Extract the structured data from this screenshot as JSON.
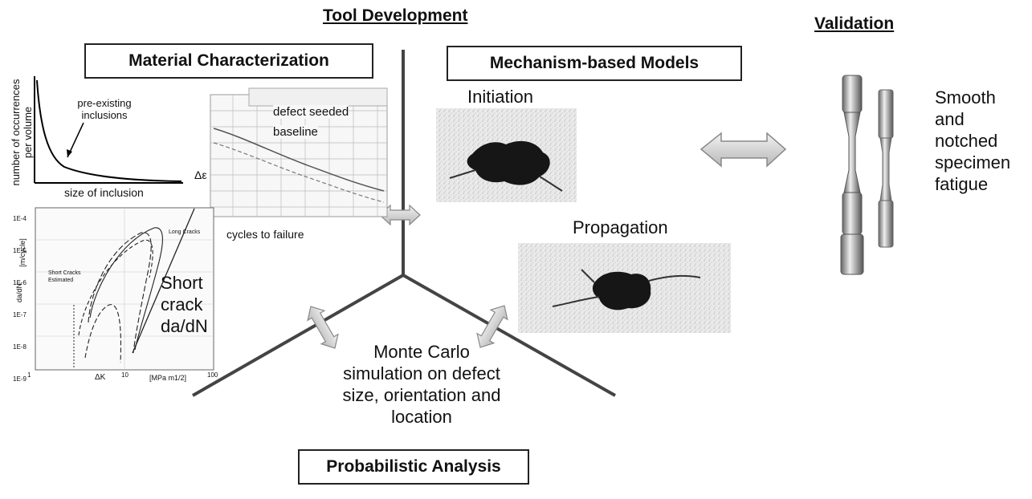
{
  "headers": {
    "tool_development": "Tool Development",
    "validation": "Validation"
  },
  "boxes": {
    "material_characterization": "Material Characterization",
    "mechanism_models": "Mechanism-based Models",
    "probabilistic_analysis": "Probabilistic Analysis"
  },
  "labels": {
    "initiation": "Initiation",
    "propagation": "Propagation",
    "short_crack": [
      "Short",
      "crack",
      "da/dN"
    ],
    "monte_carlo": [
      "Monte Carlo",
      "simulation on defect",
      "size, orientation and",
      "location"
    ],
    "specimen": [
      "Smooth",
      "and",
      "notched",
      "specimen",
      "fatigue"
    ]
  },
  "inclusion_plot": {
    "ylabel": [
      "number of occurrences",
      "per volume"
    ],
    "xlabel": "size of inclusion",
    "annotation": [
      "pre-existing",
      "inclusions"
    ]
  },
  "sn_plot": {
    "series": [
      "defect seeded",
      "baseline"
    ],
    "ylabel": "Δε",
    "xlabel": "cycles to failure"
  },
  "crack_plot": {
    "yticks": [
      "1E-4",
      "1E-5",
      "1E-6",
      "1E-7",
      "1E-8",
      "1E-9"
    ],
    "xticks": [
      "1",
      "10",
      "100"
    ],
    "ylabel": "da/dN",
    "yunit": "[m/cycle]",
    "xlabel": "ΔK",
    "xunit": "[MPa m1/2]",
    "long_cracks": "Long Cracks",
    "short_cracks": [
      "Short Cracks",
      "Estimated"
    ]
  },
  "colors": {
    "line": "#444444",
    "arrow_fill": "#d0d0d0",
    "arrow_stroke": "#888888"
  }
}
